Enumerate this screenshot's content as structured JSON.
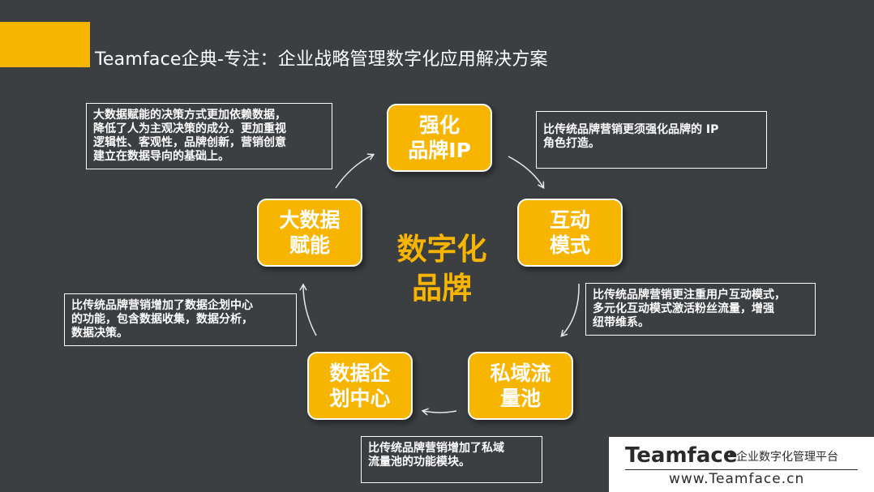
{
  "title": "Teamface企典-专注：企业战略管理数字化应用解决方案",
  "center": {
    "line1": "数字化",
    "line2": "品牌"
  },
  "nodes": {
    "top": {
      "line1": "强化",
      "line2": "品牌IP"
    },
    "right": {
      "line1": "互动",
      "line2": "模式"
    },
    "bottom_right": {
      "line1": "私域流",
      "line2": "量池"
    },
    "bottom_left": {
      "line1": "数据企",
      "line2": "划中心"
    },
    "left": {
      "line1": "大数据",
      "line2": "赋能"
    }
  },
  "notes": {
    "top_left": [
      "大数据赋能的决策方式更加依赖数据，",
      "降低了人为主观决策的成分。更加重视",
      "逻辑性、客观性，品牌创新，营销创意",
      "建立在数据导向的基础上。"
    ],
    "top_right": [
      "比传统品牌营销更须强化品牌的 IP",
      "角色打造。"
    ],
    "right": [
      "比传统品牌营销更注重用户互动模式，",
      "多元化互动模式激活粉丝流量，增强",
      "纽带维系。"
    ],
    "left": [
      "比传统品牌营销增加了数据企划中心",
      "的功能，包含数据收集，数据分析，",
      "数据决策。"
    ],
    "bottom": [
      "比传统品牌营销增加了私域",
      "流量池的功能模块。"
    ]
  },
  "logo": {
    "brand": "Teamface",
    "dot": "•",
    "slogan": "企业数字化管理平台",
    "url": "www.Teamface.cn"
  },
  "colors": {
    "background": "#3c3f42",
    "accent": "#f7b500",
    "text": "#ffffff"
  }
}
